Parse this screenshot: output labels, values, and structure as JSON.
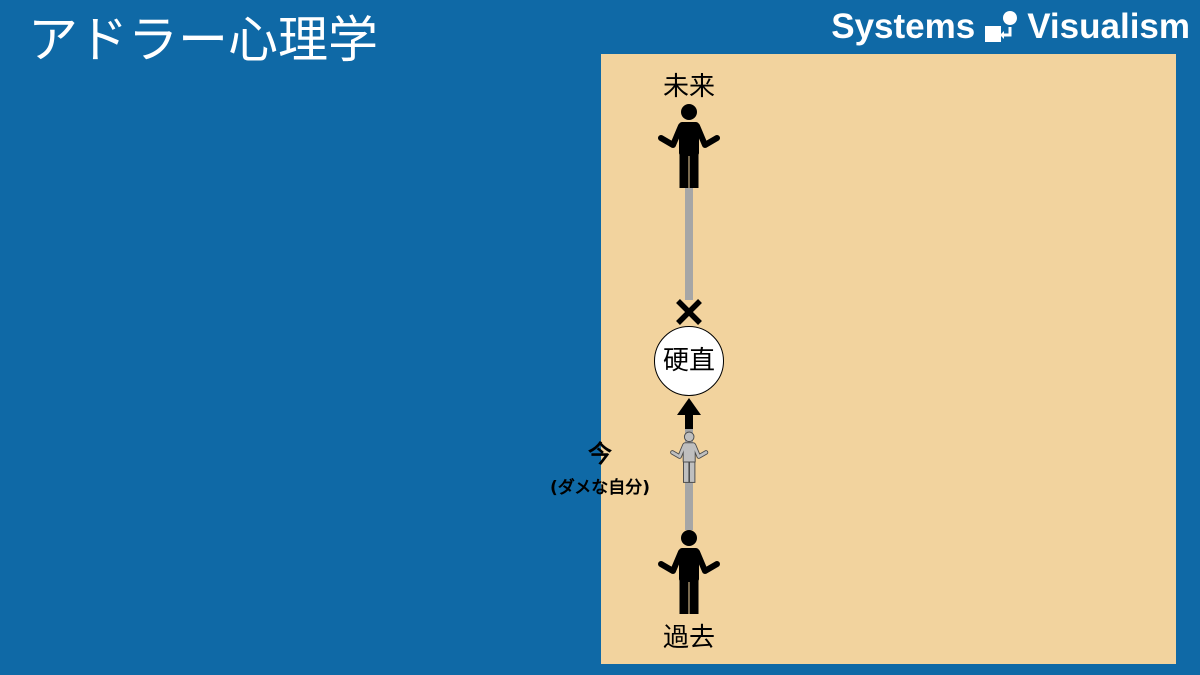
{
  "slide": {
    "title": "アドラー心理学"
  },
  "brand": {
    "word_left": "Systems",
    "word_right": "Visualism",
    "logo_icon": "systems-visualism-logo-icon"
  },
  "diagram": {
    "future": {
      "label": "未来",
      "icon": "person-icon"
    },
    "blocked_mark_icon": "cross-icon",
    "node": {
      "label": "硬直"
    },
    "arrow_icon": "arrow-up-icon",
    "present": {
      "label": "今",
      "sublabel": "(ダメな自分)",
      "icon": "small-person-icon"
    },
    "past": {
      "label": "過去",
      "icon": "person-icon"
    }
  },
  "colors": {
    "background": "#0F69A6",
    "panel": "#F2D39E",
    "title_text": "#FFFFFF",
    "figure": "#000000",
    "timeline": "#A6A6A6",
    "present_figure": "#BFBFBF",
    "node_fill": "#FFFFFF"
  }
}
